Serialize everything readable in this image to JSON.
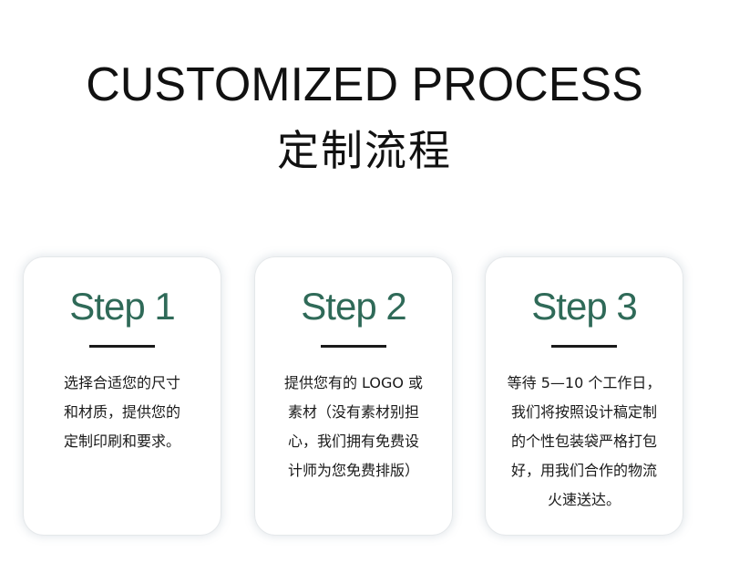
{
  "header": {
    "title_en": "CUSTOMIZED PROCESS",
    "title_cn": "定制流程"
  },
  "colors": {
    "step_accent": "#2f6a58",
    "text": "#1a1a1a",
    "background": "#ffffff"
  },
  "steps": [
    {
      "title": "Step 1",
      "lines": [
        "选择合适您的尺寸",
        "和材质，提供您的",
        "定制印刷和要求。"
      ]
    },
    {
      "title": "Step 2",
      "lines": [
        "提供您有的 LOGO 或",
        "素材（没有素材别担",
        "心，我们拥有免费设",
        "计师为您免费排版）"
      ]
    },
    {
      "title": "Step 3",
      "lines": [
        "等待 5—10 个工作日，",
        "我们将按照设计稿定制",
        "的个性包装袋严格打包",
        "好，用我们合作的物流",
        "火速送达。"
      ]
    }
  ]
}
